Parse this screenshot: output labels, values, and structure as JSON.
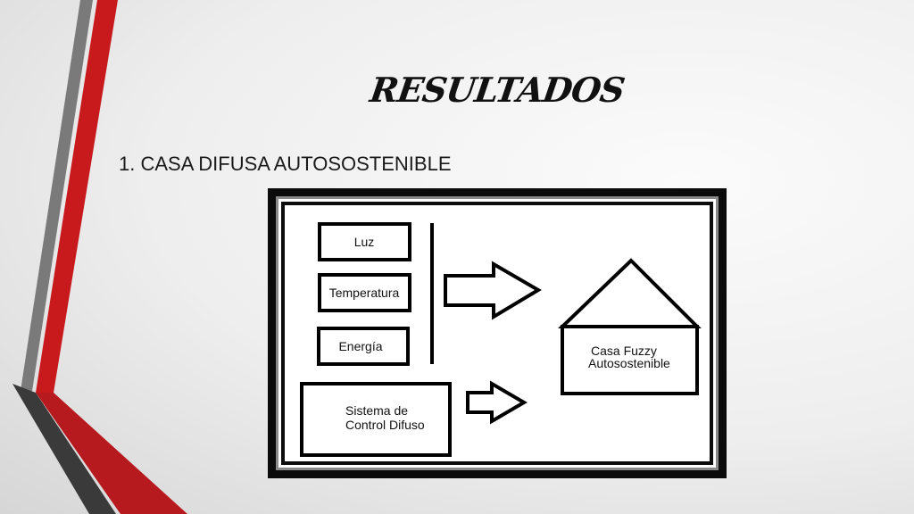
{
  "slide": {
    "title": "RESULTADOS",
    "subtitle": "1. CASA DIFUSA AUTOSOSTENIBLE"
  },
  "diagram": {
    "inputs": {
      "luz": "Luz",
      "temperatura": "Temperatura",
      "energia": "Energía"
    },
    "controller": {
      "line1": "Sistema de",
      "line2": "Control Difuso"
    },
    "house": {
      "line1": "Casa Fuzzy",
      "line2": "Autosostenible"
    }
  },
  "colors": {
    "accent_red": "#c8191d",
    "stripe_gray": "#7a7a7a",
    "stripe_dark": "#3a3a3a"
  }
}
